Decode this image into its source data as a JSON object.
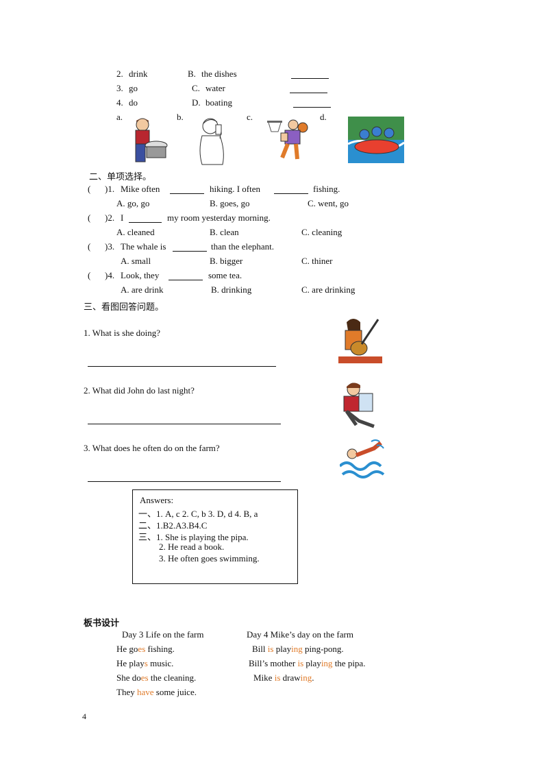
{
  "match": {
    "rows": [
      {
        "num": "2.",
        "word": "drink",
        "letter": "B.",
        "phrase": "the dishes"
      },
      {
        "num": "3.",
        "word": "go",
        "letter": "C.",
        "phrase": "water"
      },
      {
        "num": "4.",
        "word": "do",
        "letter": "D.",
        "phrase": "boating"
      }
    ],
    "pic_labels": [
      "a.",
      "b.",
      "c.",
      "d."
    ]
  },
  "section2": {
    "heading": "二、单项选择。",
    "questions": [
      {
        "paren": "(",
        "close": ")1.",
        "pre": "Mike  often",
        "mid": "hiking.  I  often",
        "post": "fishing.",
        "options": [
          "A.  go,  go",
          "B.  goes,  go",
          "C.  went,  go"
        ]
      },
      {
        "paren": "(",
        "close": ")2.",
        "pre": "I",
        "mid": "",
        "post": "my  room  yesterday  morning.",
        "options": [
          "A.  cleaned",
          "B.  clean",
          "C.  cleaning"
        ]
      },
      {
        "paren": "(",
        "close": ")3.",
        "pre": "The whale is",
        "mid": "",
        "post": "than the elephant.",
        "options": [
          "A.  small",
          "B.  bigger",
          "C.  thiner"
        ]
      },
      {
        "paren": "(",
        "close": ")4.",
        "pre": "Look,  they",
        "mid": "",
        "post": "some  tea.",
        "options": [
          "A.  are  drink",
          "B.  drinking",
          "C.  are  drinking"
        ]
      }
    ]
  },
  "section3": {
    "heading": "三、看图回答问题。",
    "questions": [
      "1.  What  is  she  doing?",
      "2.  What  did  John  do  last  night?",
      "3.  What  does  he  often  do  on  the  farm?"
    ]
  },
  "answers": {
    "title": "Answers:",
    "lines": [
      "一、1.  A,  c  2.  C,  b  3.  D,  d  4.  B,  a",
      "二、1.B2.A3.B4.C",
      "三、1.  She  is  playing  the  pipa.",
      "2.  He  read  a  book.",
      "3.  He  often  goes  swimming."
    ]
  },
  "board": {
    "heading": "板书设计",
    "left_title": "Day  3  Life  on  the  farm",
    "right_title": "Day  4  Mike’s  day  on  the  farm",
    "left": [
      {
        "a": "He  go",
        "h": "es",
        "b": "  fishing."
      },
      {
        "a": "He  play",
        "h": "s",
        "b": " music."
      },
      {
        "a": "She  do",
        "h": "es",
        "b": "  the  cleaning."
      },
      {
        "a": "They  ",
        "h": "have",
        "b": "  some  juice."
      }
    ],
    "right": [
      {
        "a": "Bill  ",
        "h1": "is",
        "m": "  play",
        "h2": "ing",
        "b": "  ping-pong."
      },
      {
        "a": "Bill’s  mother  ",
        "h1": "is",
        "m": "  play",
        "h2": "ing",
        "b": "  the  pipa."
      },
      {
        "a": "Mike  ",
        "h1": "is",
        "m": "  draw",
        "h2": "ing",
        "b": "."
      }
    ]
  },
  "page_number": "4"
}
